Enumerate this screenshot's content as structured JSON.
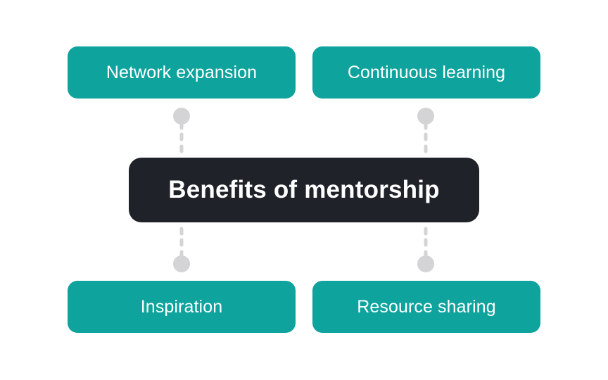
{
  "diagram": {
    "type": "hub-and-spoke",
    "center": {
      "label": "Benefits of mentorship",
      "color": "#20222a",
      "text_color": "#ffffff"
    },
    "nodes": [
      {
        "id": "top-left",
        "label": "Network expansion"
      },
      {
        "id": "top-right",
        "label": "Continuous learning"
      },
      {
        "id": "bottom-left",
        "label": "Inspiration"
      },
      {
        "id": "bottom-right",
        "label": "Resource sharing"
      }
    ],
    "node_color": "#0fa39d",
    "node_text_color": "#ffffff",
    "connector_color": "#d4d4d6",
    "connector_style": "dashed-with-dot",
    "edges": [
      {
        "from": "top-left",
        "to": "center"
      },
      {
        "from": "top-right",
        "to": "center"
      },
      {
        "from": "bottom-left",
        "to": "center"
      },
      {
        "from": "bottom-right",
        "to": "center"
      }
    ]
  }
}
